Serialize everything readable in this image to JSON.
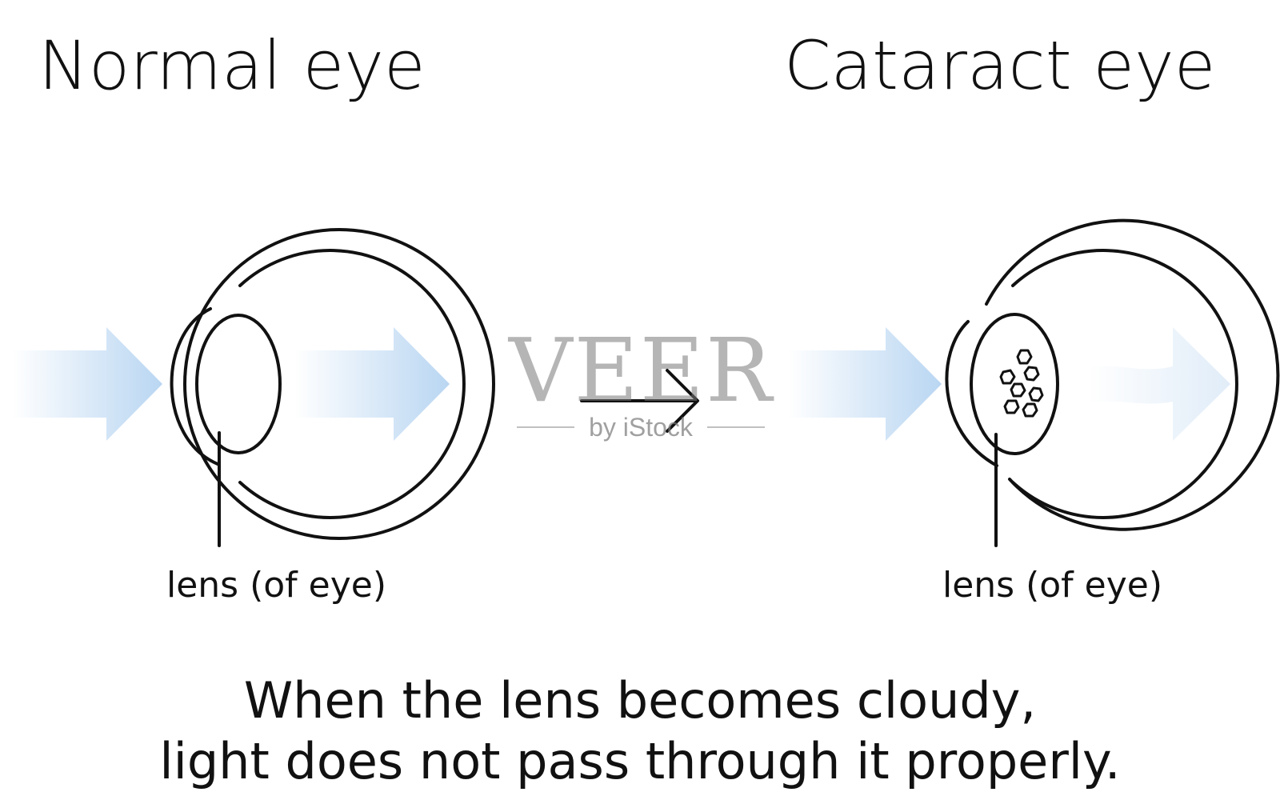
{
  "titles": {
    "normal": "Normal eye",
    "cataract": "Cataract eye"
  },
  "labels": {
    "lens_normal": "lens (of eye)",
    "lens_cataract": "lens (of eye)"
  },
  "caption": {
    "line1": "When the lens becomes cloudy,",
    "line2": "light does not pass through it properly."
  },
  "watermark": {
    "brand": "VEER",
    "sub": "by iStock"
  },
  "colors": {
    "light_arrow": "#b9d6f2",
    "line": "#111111"
  }
}
